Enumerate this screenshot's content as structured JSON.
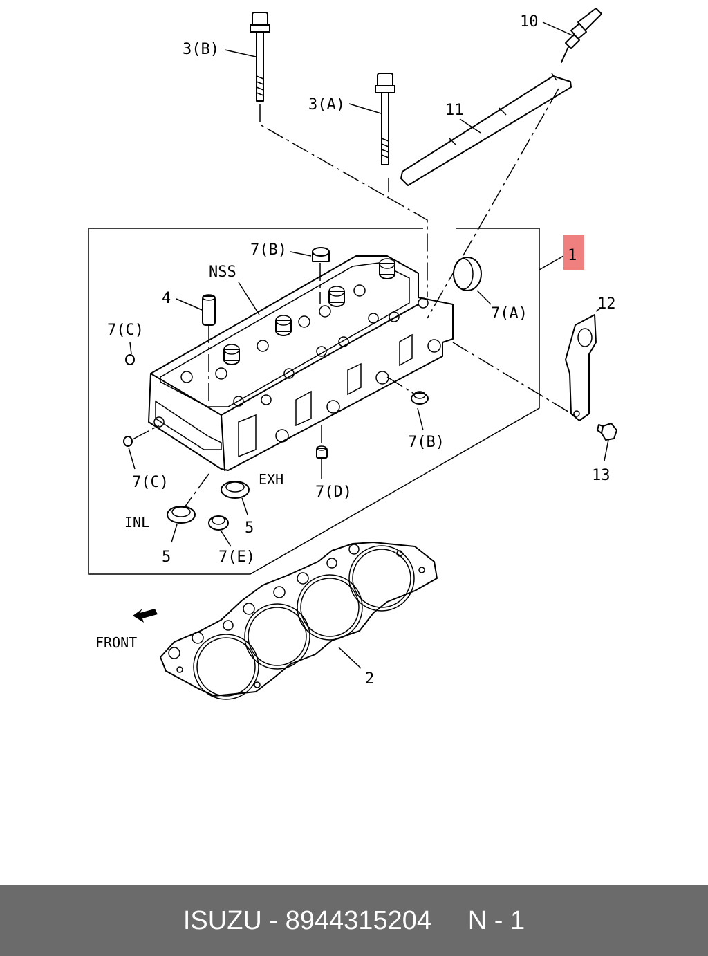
{
  "callouts": {
    "c10": "10",
    "c3b": "3(B)",
    "c3a": "3(A)",
    "c11": "11",
    "c1": "1",
    "c7b_top": "7(B)",
    "nss": "NSS",
    "c4": "4",
    "c7c_top": "7(C)",
    "c7a": "7(A)",
    "c12": "12",
    "c7b_right": "7(B)",
    "c13": "13",
    "c7c_bottom": "7(C)",
    "exh": "EXH",
    "c7d": "7(D)",
    "inl": "INL",
    "c5_right": "5",
    "c5_left": "5",
    "c7e": "7(E)",
    "front": "FRONT",
    "c2": "2"
  },
  "colors": {
    "highlight": "#f08080",
    "footer_bg": "#6b6b6b",
    "footer_text": "#ffffff"
  },
  "footer": {
    "brand": "ISUZU",
    "sep": " - ",
    "part_number": "8944315204",
    "gap": "     ",
    "qty": "N - 1"
  }
}
